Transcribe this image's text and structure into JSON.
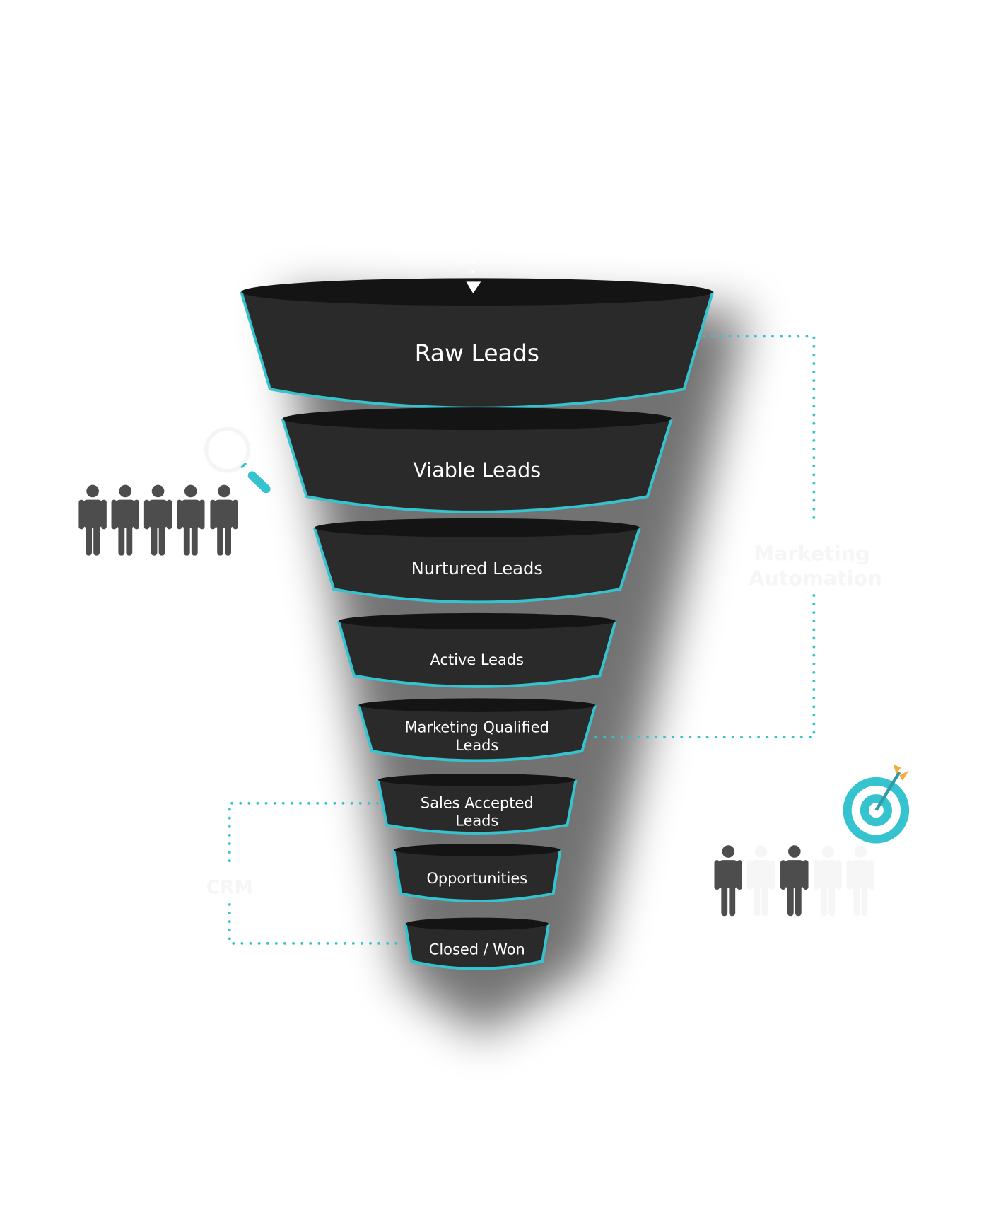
{
  "colors": {
    "accent": "#35c3cf",
    "funnel_body": "#2a2a2a",
    "funnel_rim": "#141414",
    "people": "#4d4d4d",
    "arrow_fletching": "#f5ae3a"
  },
  "funnel": {
    "stages": [
      {
        "lines": [
          "Raw Leads"
        ]
      },
      {
        "lines": [
          "Viable Leads"
        ]
      },
      {
        "lines": [
          "Nurtured Leads"
        ]
      },
      {
        "lines": [
          "Active Leads"
        ]
      },
      {
        "lines": [
          "Marketing Qualified",
          "Leads"
        ]
      },
      {
        "lines": [
          "Sales Accepted",
          "Leads"
        ]
      },
      {
        "lines": [
          "Opportunities"
        ]
      },
      {
        "lines": [
          "Closed / Won"
        ]
      }
    ]
  },
  "annotations": {
    "marketing_automation": [
      "Marketing",
      "Automation"
    ],
    "crm": "CRM"
  },
  "icons": {
    "left_group": "people-group-icon",
    "magnifier": "magnifying-glass-icon",
    "right_group": "people-pair-icon",
    "target": "target-icon",
    "entry_arrow": "down-arrow-icon"
  }
}
